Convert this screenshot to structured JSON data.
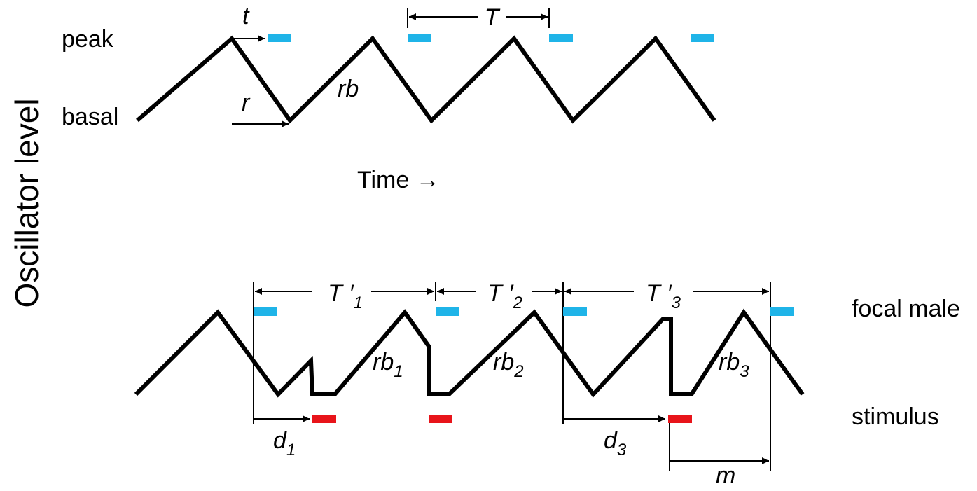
{
  "y_axis_label": "Oscillator level",
  "top_panel": {
    "level_labels": {
      "peak": "peak",
      "basal": "basal"
    },
    "time_label": "Time →",
    "t_label": "t",
    "r_label": "r",
    "rb_label": "rb",
    "T_label": "T"
  },
  "bottom_panel": {
    "period_labels": [
      {
        "main": "T ′",
        "sub": "1"
      },
      {
        "main": "T ′",
        "sub": "2"
      },
      {
        "main": "T ′",
        "sub": "3"
      }
    ],
    "rb_labels": [
      {
        "main": "rb",
        "sub": "1"
      },
      {
        "main": "rb",
        "sub": "2"
      },
      {
        "main": "rb",
        "sub": "3"
      }
    ],
    "d_labels": [
      {
        "main": "d",
        "sub": "1"
      },
      {
        "main": "d",
        "sub": "3"
      }
    ],
    "m_label": "m",
    "row_labels": {
      "focal_male": "focal male",
      "stimulus": "stimulus"
    }
  },
  "colors": {
    "signal": "#1fb4e8",
    "stimulus": "#e8141a",
    "line": "#000000"
  }
}
